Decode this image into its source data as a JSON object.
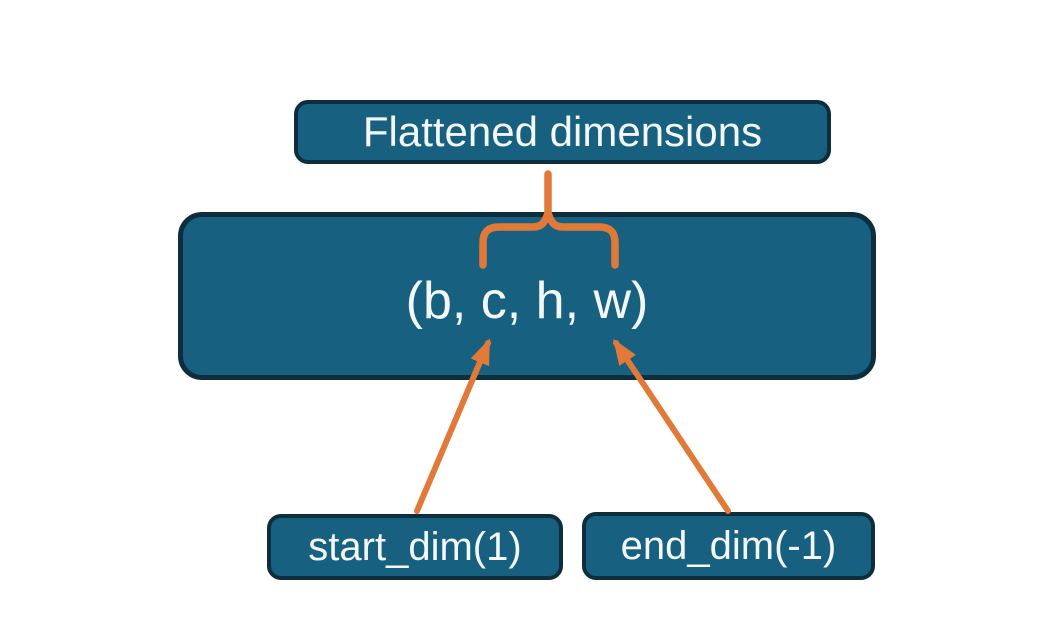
{
  "diagram": {
    "title": "Flatten dimensions diagram",
    "boxes": {
      "flattened": {
        "label": "Flattened dimensions"
      },
      "tensor": {
        "label": "(b, c, h, w)"
      },
      "start_dim": {
        "label": "start_dim(1)"
      },
      "end_dim": {
        "label": "end_dim(-1)"
      }
    },
    "connectors": {
      "brace": {
        "type": "curly-brace",
        "from": "flattened-dimensions-box",
        "spans": "c, h"
      },
      "arrows": [
        {
          "from": "start_dim(1)",
          "points_to": "b"
        },
        {
          "from": "end_dim(-1)",
          "points_to": "w"
        }
      ]
    }
  },
  "colors": {
    "background": "#ffffff",
    "box_fill": "#17607f",
    "box_border": "#0f2e3d",
    "connector_orange": "#e17a38",
    "text_color": "#f4f7f8"
  }
}
